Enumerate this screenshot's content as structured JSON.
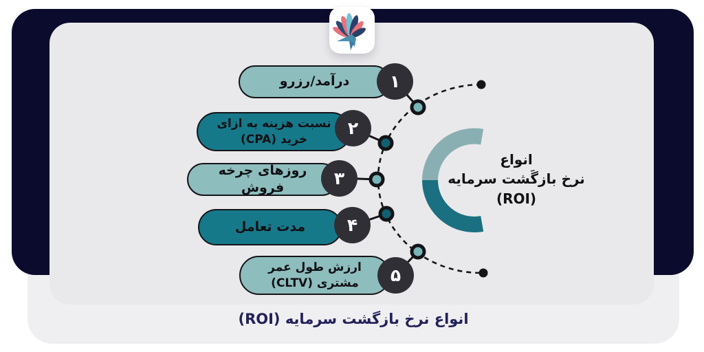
{
  "caption": "انواع نرخ بازگشت سرمایه (ROI)",
  "center_label": {
    "line1": "انواع",
    "line2": "نرخ بازگَشت سرمایه",
    "line3": "(ROI)"
  },
  "items": [
    {
      "number": "۱",
      "label": "درآمد/رزرو",
      "tone": "light"
    },
    {
      "number": "۲",
      "label": "نسبت هزینه به ازای خرید (CPA)",
      "tone": "dark"
    },
    {
      "number": "۳",
      "label": "روزهای چرخه فروش",
      "tone": "light"
    },
    {
      "number": "۴",
      "label": "مدت تعامل",
      "tone": "dark"
    },
    {
      "number": "۵",
      "label": "ارزش طول عمر مشتری (CLTV)",
      "tone": "light"
    }
  ],
  "icons": {
    "logo": "bird-fan-logo-icon"
  },
  "colors": {
    "frame_navy": "#0b0b2d",
    "outer_panel_gray": "#efeff1",
    "inner_card_gray": "#e9e9eb",
    "pill_light_teal": "#8ebdbd",
    "pill_dark_teal": "#16798a",
    "ring_light": "#8aafb2",
    "ring_dark": "#1a6f80",
    "node_light": "#79b5b6",
    "node_dark": "#10616f",
    "badge_charcoal": "#312f36",
    "caption_navy": "#23225a",
    "logo_coral": "#e8707a",
    "logo_navy": "#2b3f6b",
    "logo_blue": "#72c1d4"
  }
}
